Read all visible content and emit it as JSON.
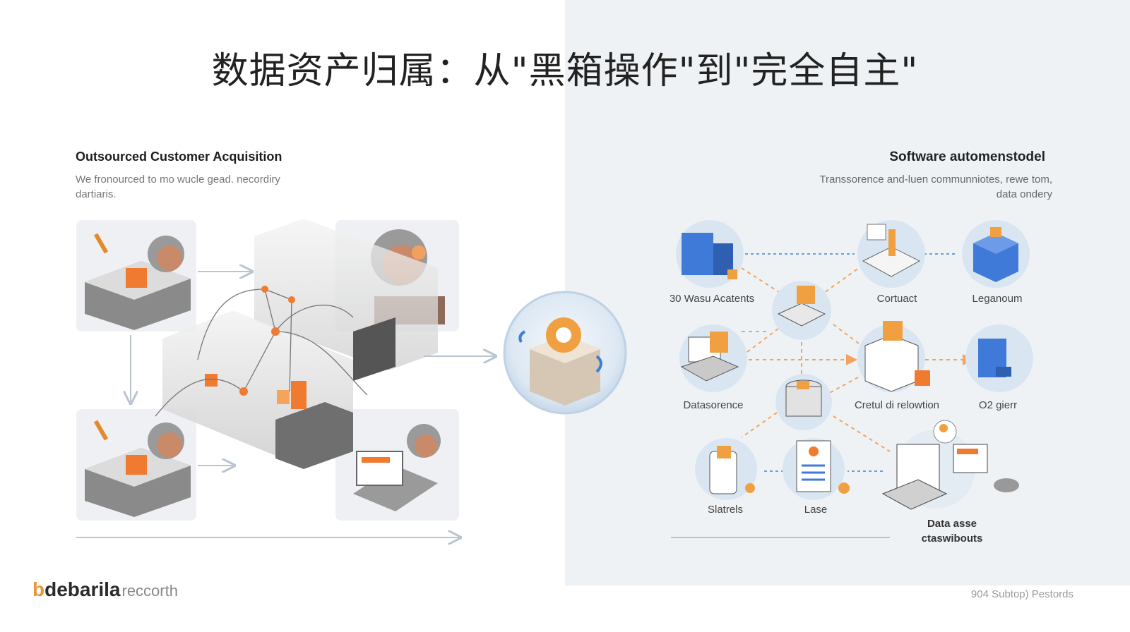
{
  "title": "数据资产归属：从\"黑箱操作\"到\"完全自主\"",
  "left": {
    "heading": "Outsourced Customer Acquisition",
    "subtitle": "We fronourced to mo wucle gead. necordiry dartiaris."
  },
  "right": {
    "heading": "Software automenstodel",
    "subtitle": "Transsorence and-luen communniotes, rewe tom, data ondery"
  },
  "nodes": {
    "n1": "30 Wasu Acatents",
    "n2": "Cortuact",
    "n3": "Leganoum",
    "n4": "Datasorence",
    "n5": "Cretul di relowtion",
    "n6": "O2 gierr",
    "n7": "Slatrels",
    "n8": "Lase",
    "n9": "Data asse ctaswibouts"
  },
  "brand": {
    "mark": "b",
    "name": "debarila",
    "suffix": "reccorth"
  },
  "footer": {
    "right_text": "904 Subtop) Pestords"
  },
  "colors": {
    "accent_orange": "#f08a3c",
    "accent_blue": "#4a7fd6",
    "panel_bg": "#eff2f5"
  }
}
